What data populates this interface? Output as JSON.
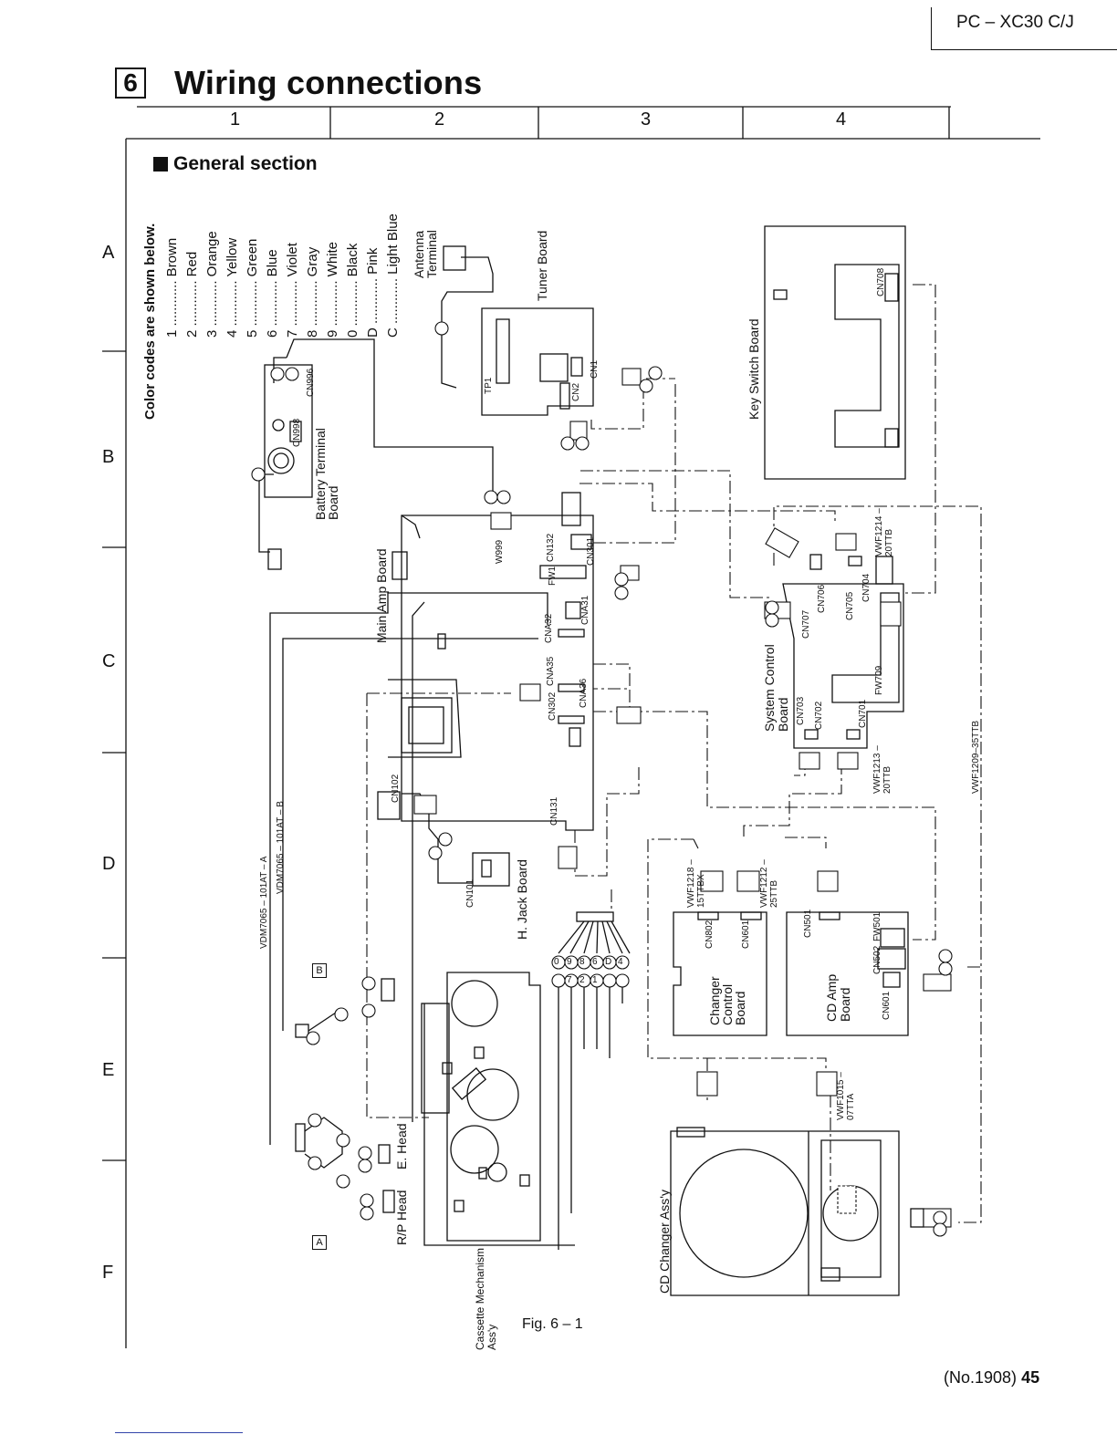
{
  "header": {
    "model": "PC – XC30 C/J"
  },
  "section": {
    "number": "6",
    "title": "Wiring connections"
  },
  "grid": {
    "columns": [
      "1",
      "2",
      "3",
      "4"
    ],
    "rows": [
      "A",
      "B",
      "C",
      "D",
      "E",
      "F"
    ]
  },
  "general_section": "General section",
  "legend": {
    "heading": "Color codes are shown below.",
    "items": [
      "1 ............ Brown",
      "2 ............ Red",
      "3 ............ Orange",
      "4 ............ Yellow",
      "5 ............ Green",
      "6 ............ Blue",
      "7 ............ Violet",
      "8 ............ Gray",
      "9 ............ White",
      "0 ............ Black",
      "D ............ Pink",
      "C ............ Light Blue"
    ]
  },
  "labels": {
    "antenna": "Antenna Terminal",
    "tuner": "Tuner Board",
    "key_switch": "Key Switch Board",
    "battery_terminal": "Battery Terminal Board",
    "main_amp": "Main Amp Board",
    "system_control": "System Control Board",
    "h_jack": "H. Jack Board",
    "changer_control": "Changer Control Board",
    "cd_amp": "CD Amp Board",
    "cassette": "Cassette Mechanism Ass'y",
    "cd_changer": "CD Changer Ass'y",
    "rp_head": "R/P Head",
    "e_head": "E. Head",
    "box_a": "A",
    "box_b": "B"
  },
  "connectors": {
    "cn1": "CN1",
    "cn2": "CN2",
    "tp1": "TP1",
    "cn708": "CN708",
    "cn996": "CN996",
    "cn998": "CN998",
    "w999": "W999",
    "cn132": "CN132",
    "cn301": "CN301",
    "fw1": "FW1",
    "cna31": "CNA31",
    "cna32": "CNA32",
    "cna35": "CNA35",
    "cna36": "CNA36",
    "cn302": "CN302",
    "cn102": "CN102",
    "cn131": "CN131",
    "cn101": "CN101",
    "cn707": "CN707",
    "cn706": "CN706",
    "cn705": "CN705",
    "cn704": "CN704",
    "fw709": "FW709",
    "cn703": "CN703",
    "cn702": "CN702",
    "cn701": "CN701",
    "cn802": "CN802",
    "cn601a": "CN601",
    "cn501": "CN501",
    "fw501": "FW501",
    "cn502": "CN502",
    "cn601b": "CN601"
  },
  "wires": {
    "vwf1214": "VWF1214 –20TTB",
    "vwf1213": "VWF1213 –20TTB",
    "vwf1209": "VWF1209–35TTB",
    "vwf1218": "VWF1218 –15TTBX",
    "vwf1212": "VWF1212 –25TTB",
    "vwf1015": "VWF1015 –07TTA",
    "vdm_a": "VDM7065 – 101AT – A",
    "vdm_b": "VDM7065 – 101AT – B"
  },
  "harness_codes": [
    "0",
    "9",
    "8",
    "6",
    "D",
    "4",
    "7",
    "2",
    "1"
  ],
  "figure_caption": "Fig. 6 – 1",
  "footer": {
    "doc_no": "(No.1908)",
    "page": "45"
  }
}
